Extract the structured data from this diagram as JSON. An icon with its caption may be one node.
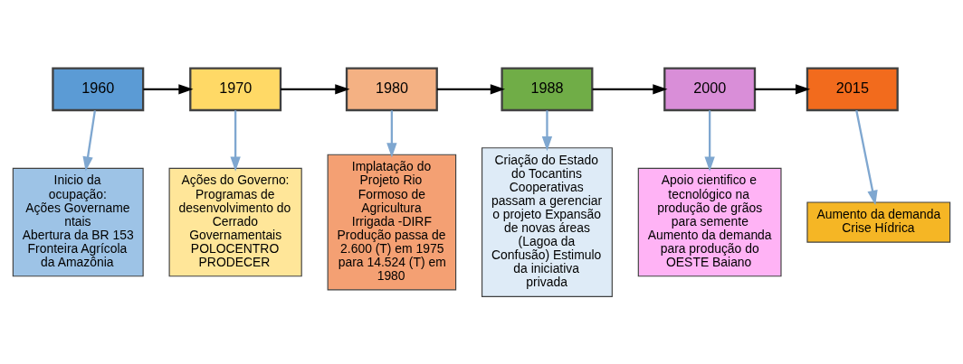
{
  "diagram": {
    "nodes": [
      {
        "text": [
          "1960"
        ]
      },
      {
        "text": [
          "1970"
        ]
      },
      {
        "text": [
          "1980"
        ]
      },
      {
        "text": [
          "1988"
        ]
      },
      {
        "text": [
          "2000"
        ]
      },
      {
        "text": [
          "2015"
        ]
      },
      {
        "text": [
          "Inicio da ocupação:",
          "Ações Govername ntais",
          "Abertura da BR 153",
          "Fronteira Agrícola da Amazônia"
        ]
      },
      {
        "text": [
          "Ações do Governo:",
          "Programas de desenvolvimento do Cerrado Governamentais",
          "POLOCENTRO",
          "PRODECER"
        ]
      },
      {
        "text": [
          "Implatação do Projeto Rio Formoso de Agricultura Irrigada -DIRF",
          "Produção passa de 2.600 (T) em 1975 para 14.524 (T) em 1980"
        ]
      },
      {
        "text": [
          "Criação do Estado do Tocantins Cooperativas passam a gerenciar o projeto Expansão de novas áreas (Lagoa da Confusão) Estimulo da iniciativa privada"
        ]
      },
      {
        "text": [
          "Apoio cientifico e tecnológico na produção de grãos para semente Aumento da demanda para produção do OESTE Baiano"
        ]
      },
      {
        "text": [
          "Aumento da demanda Crise Hídrica"
        ]
      }
    ],
    "edges": [
      {
        "from": 0,
        "to": 1,
        "arrow": "to",
        "color": "#000000"
      },
      {
        "from": 1,
        "to": 2,
        "arrow": "to",
        "color": "#000000"
      },
      {
        "from": 2,
        "to": 3,
        "arrow": "to",
        "color": "#000000"
      },
      {
        "from": 3,
        "to": 4,
        "arrow": "to",
        "color": "#000000"
      },
      {
        "from": 4,
        "to": 5,
        "arrow": "to",
        "color": "#000000"
      },
      {
        "from": 0,
        "to": 6,
        "arrow": "to",
        "color": "#7fa7d0"
      },
      {
        "from": 1,
        "to": 7,
        "arrow": "to",
        "color": "#7fa7d0"
      },
      {
        "from": 2,
        "to": 8,
        "arrow": "to",
        "color": "#7fa7d0"
      },
      {
        "from": 3,
        "to": 9,
        "arrow": "to",
        "color": "#7fa7d0"
      },
      {
        "from": 4,
        "to": 10,
        "arrow": "to",
        "color": "#7fa7d0"
      },
      {
        "from": 5,
        "to": 11,
        "arrow": "to",
        "color": "#7fa7d0"
      }
    ]
  }
}
